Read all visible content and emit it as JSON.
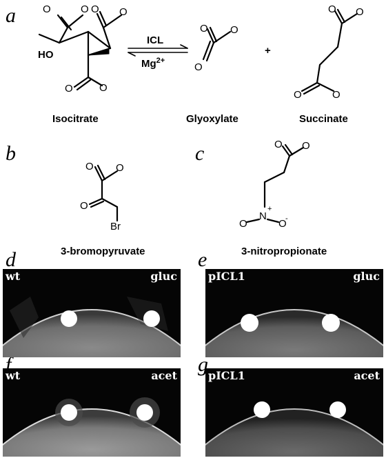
{
  "panels": {
    "a": "a",
    "b": "b",
    "c": "c",
    "d": "d",
    "e": "e",
    "f": "f",
    "g": "g"
  },
  "reaction": {
    "enzyme": "ICL",
    "cofactor": "Mg",
    "cofactor_charge": "2+",
    "plus": "+",
    "atom_O": "O",
    "hydroxyl": "HO",
    "bromine": "Br",
    "nitrogen": "N",
    "nitro_plus": "+",
    "nitro_minus": "-"
  },
  "captions": {
    "isocitrate": "Isocitrate",
    "glyoxylate": "Glyoxylate",
    "succinate": "Succinate",
    "bromopyruvate": "3-bromopyruvate",
    "nitropropionate": "3-nitropropionate"
  },
  "plates": [
    {
      "id": "d",
      "strain": "wt",
      "medium": "gluc"
    },
    {
      "id": "e",
      "strain": "pICL1",
      "medium": "gluc"
    },
    {
      "id": "f",
      "strain": "wt",
      "medium": "acet"
    },
    {
      "id": "g",
      "strain": "pICL1",
      "medium": "acet"
    }
  ]
}
